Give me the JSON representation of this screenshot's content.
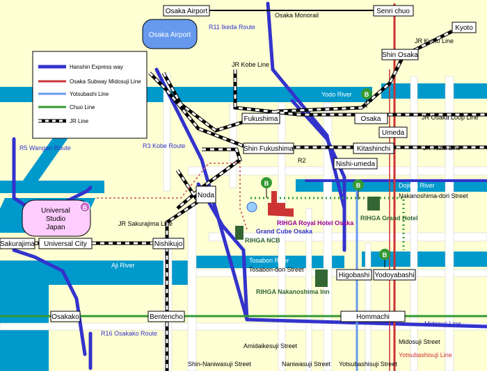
{
  "colors": {
    "land": "#ffffd4",
    "water": "#0099cc",
    "street": "#ffffff",
    "hanshin": "#3333cc",
    "midosuji": "#cc3333",
    "yotsubashi": "#6699ee",
    "chuo": "#339933",
    "jr": "#000000",
    "hotel_text": "#990099",
    "blue_label": "#3333cc",
    "green_label": "#336633",
    "building": "#cc3333",
    "hotel_bldg": "#336633",
    "usj": "#ffccff"
  },
  "legend": {
    "items": [
      {
        "label": "Hanshin Express way",
        "line": "hanshin"
      },
      {
        "label": "Osaka Subway Midosuji Line",
        "line": "midosuji"
      },
      {
        "label": "Yotsubashi Line",
        "line": "yotsubashi"
      },
      {
        "label": "Chuo Line",
        "line": "chuo"
      },
      {
        "label": "JR Line",
        "line": "jr"
      }
    ]
  },
  "airport": {
    "label": "Osaka Airport"
  },
  "usj": {
    "label_line1": "Universal",
    "label_line2": "Studio",
    "label_line3": "Japan"
  },
  "stations": {
    "osaka_airport": "Osaka Airport",
    "senri_chuo": "Senri chuo",
    "kyoto": "Kyoto",
    "shin_osaka": "Shin Osaka",
    "osaka": "Osaka",
    "umeda": "Umeda",
    "fukushima": "Fukushima",
    "shin_fukushima": "Shin Fukushima",
    "kitashinchi": "Kitashinchi",
    "nishi_umeda": "Nishi-umeda",
    "noda": "Noda",
    "nishikujo": "Nishikujo",
    "sakurajima": "Sakurajima",
    "universal_city": "Universal City",
    "higobashi": "Higobashi",
    "yodoyabashi": "Yodoyabashi",
    "osakako": "Osakako",
    "bentencho": "Bentencho",
    "hommachi": "Hommachi"
  },
  "labels": {
    "osaka_monorail": "Osaka Monorail",
    "r11": "R11 Ikeda Route",
    "jr_kyoto_line": "JR Kyoto Line",
    "jr_kobe_line": "JR Kobe Line",
    "yodo_river": "Yodo River",
    "jr_osaka_loop": "JR Osaka Loop Line",
    "r5": "R5 Wangan Route",
    "r3": "R3 Kobe Route",
    "jr_tozai": "JR Tozai Line",
    "r2": "R2",
    "dojima_river": "Dojima River",
    "nakanoshima_dori": "Nakanoshima-dori Street",
    "jr_sakurajima": "JR Sakurajima Line",
    "aji_river": "Aji River",
    "tosabori_river": "Tosabori River",
    "tosabori_street": "Tosabori-dori Street",
    "midosuji_line": "Midosuji Line",
    "r16": "R16 Osakako Route",
    "amidaikesuji": "Amidaikesuji Street",
    "midosuji_street": "Midosuji Street",
    "shin_naniwasuji": "Shin-Naniwasuji Street",
    "naniwasuji": "Naniwasuji Street",
    "yotsubashisuji_street": "Yotsubashisuji Street",
    "yotsubashisuji_line": "Yotsubashisuji Line"
  },
  "places": {
    "rihga_royal": "RIHGA Royal Hotel Osaka",
    "grand_cube": "Grand Cube Osaka",
    "rihga_ncb": "RIHGA NCB",
    "rihga_grand": "RIHGA Grand Hotel",
    "rihga_nakanoshima": "RIHGA Nakanoshima Inn"
  },
  "bus_stop_letter": "B"
}
